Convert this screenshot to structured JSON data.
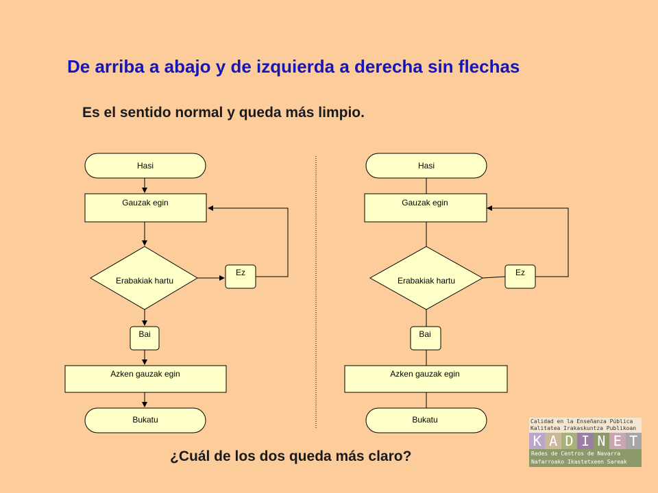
{
  "slide": {
    "title": "De arriba a abajo y de izquierda a derecha sin flechas",
    "subtitle": "Es el sentido normal y queda más limpio.",
    "question": "¿Cuál de los dos queda más claro?"
  },
  "diagrams": {
    "left": {
      "start": "Hasi",
      "process": "Gauzak egin",
      "decision": "Erabakiak hartu",
      "no_label": "Ez",
      "yes_label": "Bai",
      "final_process": "Azken gauzak egin",
      "end": "Bukatu",
      "arrows": true
    },
    "right": {
      "start": "Hasi",
      "process": "Gauzak egin",
      "decision": "Erabakiak hartu",
      "no_label": "Ez",
      "yes_label": "Bai",
      "final_process": "Azken gauzak egin",
      "end": "Bukatu",
      "arrows": false
    }
  },
  "logo": {
    "line1": "Calidad en la Enseñanza Pública",
    "line2": "Kalitatea Irakaskuntza Publikoan",
    "letters": [
      "K",
      "A",
      "D",
      "I",
      "N",
      "E",
      "T"
    ],
    "colors": [
      "#B9A6C9",
      "#C9B89A",
      "#A8B07A",
      "#9C7FA6",
      "#8C9A6A",
      "#C9A6B0",
      "#A6A6A6"
    ],
    "line3": "Redes de Centros de Navarra",
    "line4": "Nafarroako Ikastetxeen Sareak"
  }
}
